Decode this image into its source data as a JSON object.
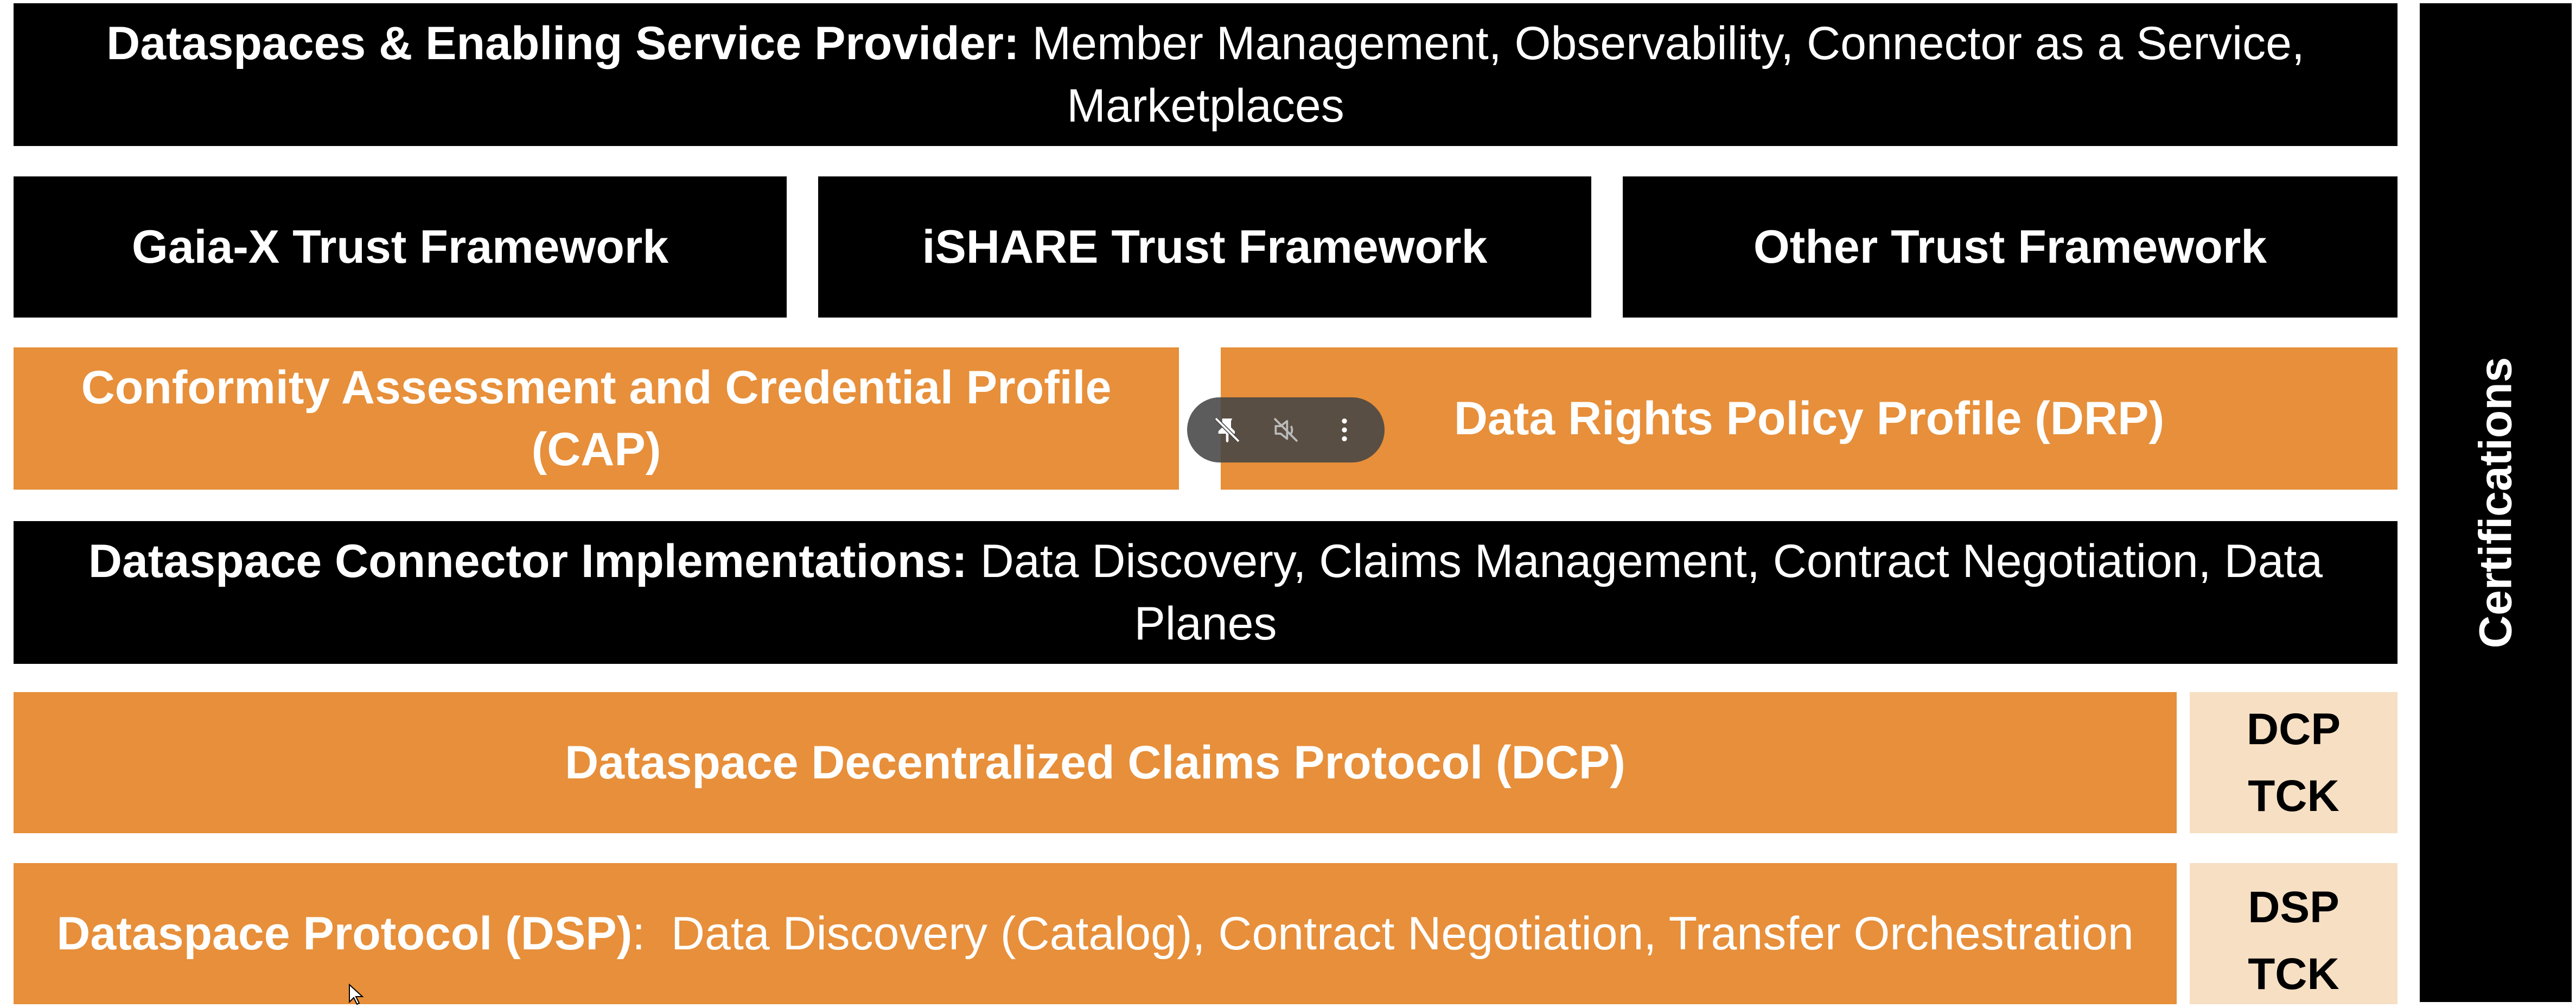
{
  "top_box": {
    "bold": "Dataspaces & Enabling Service Provider:",
    "rest": " Member Management, Observability, Connector as a Service, Marketplaces"
  },
  "trust_frameworks": [
    {
      "label": "Gaia-X Trust Framework"
    },
    {
      "label": "iSHARE Trust Framework"
    },
    {
      "label": "Other Trust Framework"
    }
  ],
  "profiles": {
    "cap": "Conformity Assessment and Credential Profile (CAP)",
    "drp": "Data Rights Policy Profile (DRP)"
  },
  "connector": {
    "bold": "Dataspace Connector Implementations:",
    "rest": " Data Discovery, Claims Management, Contract Negotiation, Data Planes"
  },
  "dcp": {
    "label": "Dataspace Decentralized Claims Protocol (DCP)",
    "tck_line1": "DCP",
    "tck_line2": "TCK"
  },
  "dsp": {
    "bold": "Dataspace Protocol (DSP)",
    "rest": ":  Data Discovery (Catalog), Contract Negotiation, Transfer Orchestration",
    "tck_line1": "DSP",
    "tck_line2": "TCK"
  },
  "sidebar": {
    "label": "Certifications"
  },
  "overlay": {
    "icons": [
      "pin-off-icon",
      "volume-off-icon",
      "more-vertical-icon"
    ]
  },
  "colors": {
    "black": "#000000",
    "orange": "#e78f3a",
    "light_orange": "#f6dfc3",
    "white": "#ffffff"
  }
}
